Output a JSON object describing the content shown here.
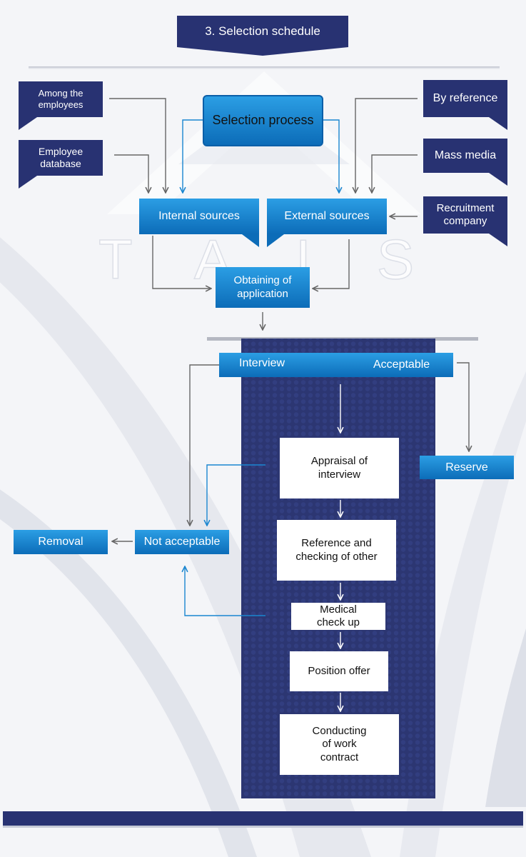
{
  "header": {
    "title": "3.  Selection schedule"
  },
  "watermark": {
    "letters": [
      "T",
      "A",
      "I",
      "S"
    ]
  },
  "top_diagram": {
    "main": "Selection process",
    "left_sources": [
      "Among the\nemployees",
      "Employee\ndatabase"
    ],
    "right_sources": [
      "By reference",
      "Mass media",
      "Recruitment\ncompany"
    ],
    "internal": "Internal sources",
    "external": "External sources",
    "obtaining": "Obtaining of\napplication"
  },
  "bottom_diagram": {
    "interview": "Interview",
    "acceptable": "Acceptable",
    "reserve": "Reserve",
    "not_acceptable": "Not acceptable",
    "removal": "Removal",
    "steps": [
      "Appraisal of\ninterview",
      "Reference and\nchecking of other",
      "Medical\ncheck up",
      "Position offer",
      "Conducting\nof work\ncontract"
    ]
  },
  "colors": {
    "navy": "#283272",
    "blue": "#1a86d0",
    "connector": "#666666",
    "connector_blue": "#1a86d0"
  }
}
